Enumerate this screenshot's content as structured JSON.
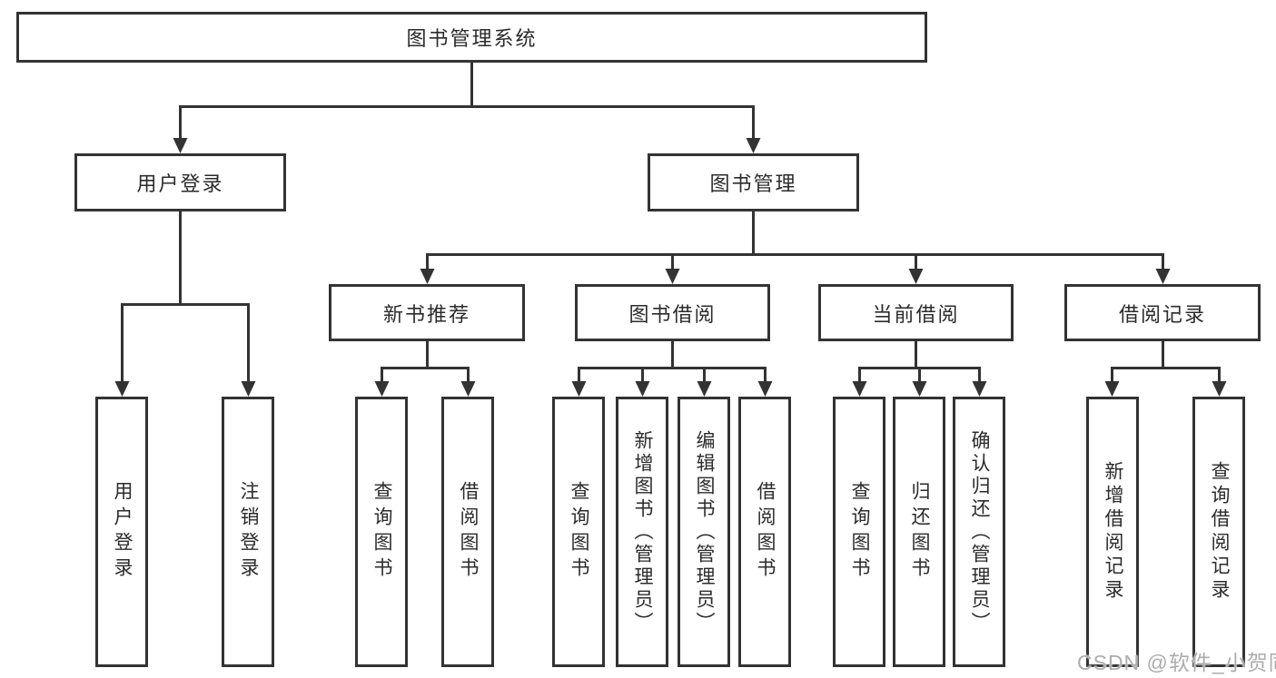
{
  "diagram": {
    "type": "tree",
    "title": "图书管理系统",
    "line_color": "#333333",
    "box_border_color": "#333333",
    "text_color": "#2b2b2b",
    "background_color": "#ffffff",
    "tree": {
      "label": "图书管理系统",
      "children": [
        {
          "label": "用户登录",
          "children": [
            {
              "label": "用户登录"
            },
            {
              "label": "注销登录"
            }
          ]
        },
        {
          "label": "图书管理",
          "children": [
            {
              "label": "新书推荐",
              "children": [
                {
                  "label": "查询图书"
                },
                {
                  "label": "借阅图书"
                }
              ]
            },
            {
              "label": "图书借阅",
              "children": [
                {
                  "label": "查询图书"
                },
                {
                  "label": "新增图书（管理员）"
                },
                {
                  "label": "编辑图书（管理员）"
                },
                {
                  "label": "借阅图书"
                }
              ]
            },
            {
              "label": "当前借阅",
              "children": [
                {
                  "label": "查询图书"
                },
                {
                  "label": "归还图书"
                },
                {
                  "label": "确认归还（管理员）"
                }
              ]
            },
            {
              "label": "借阅记录",
              "children": [
                {
                  "label": "新增借阅记录"
                },
                {
                  "label": "查询借阅记录"
                }
              ]
            }
          ]
        }
      ]
    },
    "watermark": "CSDN @软件_小贺同学"
  }
}
